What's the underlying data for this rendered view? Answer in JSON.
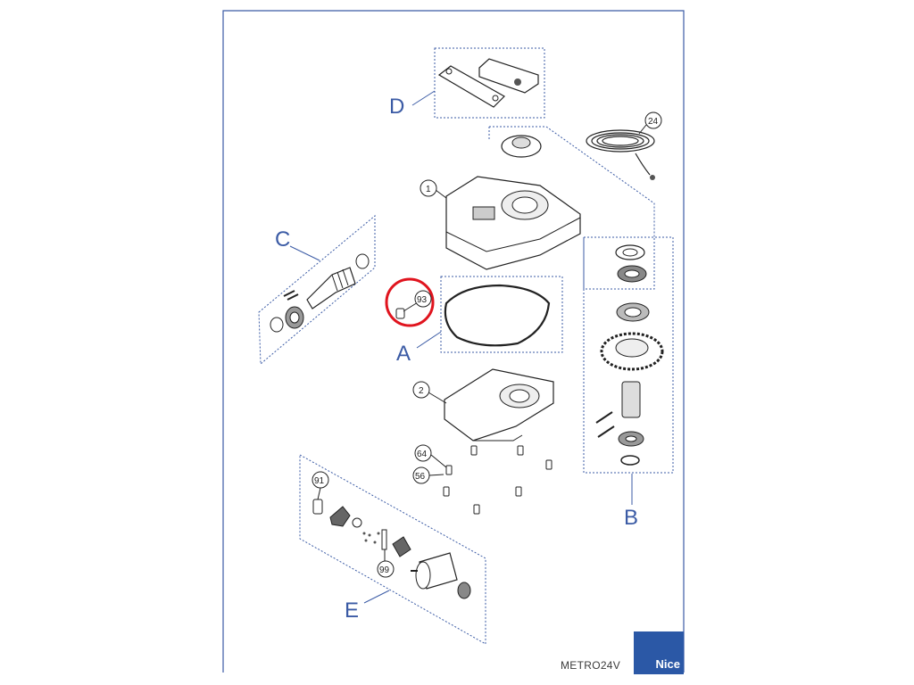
{
  "document": {
    "model_label": "METRO24V",
    "brand": "Nice",
    "highlight_color": "#e0141e",
    "frame_color": "#3b5ba5"
  },
  "groups": {
    "A": "A",
    "B": "B",
    "C": "C",
    "D": "D",
    "E": "E"
  },
  "callouts": {
    "c1": "1",
    "c2": "2",
    "c24": "24",
    "c56": "56",
    "c64": "64",
    "c91": "91",
    "c93": "93",
    "c99": "99"
  },
  "highlighted_part": "93"
}
